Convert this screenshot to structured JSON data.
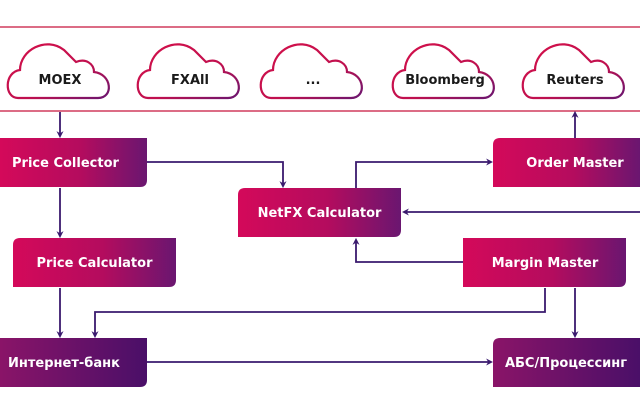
{
  "colors": {
    "band_line": "#c8143c",
    "connector": "#3a1a6e",
    "gradient_pink": "#d4095a",
    "gradient_purple": "#6a1670",
    "gradient_deep_purple": "#4a0f68",
    "cloud_stroke_start": "#d4104a",
    "cloud_stroke_end": "#6a1670",
    "node_text": "#ffffff",
    "cloud_text": "#1a1a1a"
  },
  "sources": [
    {
      "id": "moex",
      "label": "MOEX"
    },
    {
      "id": "fxall",
      "label": "FXAll"
    },
    {
      "id": "more",
      "label": "..."
    },
    {
      "id": "bloomberg",
      "label": "Bloomberg"
    },
    {
      "id": "reuters",
      "label": "Reuters"
    }
  ],
  "nodes": {
    "price_collector": {
      "label": "Price Collector"
    },
    "price_calculator": {
      "label": "Price Calculator"
    },
    "netfx_calculator": {
      "label": "NetFX Calculator"
    },
    "order_master": {
      "label": "Order Master"
    },
    "margin_master": {
      "label": "Margin Master"
    },
    "internet_bank": {
      "label": "Интернет-банк"
    },
    "abs_processing": {
      "label": "АБС/Процессинг"
    }
  },
  "edges": [
    {
      "from": "moex",
      "to": "price_collector"
    },
    {
      "from": "price_collector",
      "to": "price_calculator"
    },
    {
      "from": "price_collector",
      "to": "netfx_calculator"
    },
    {
      "from": "price_calculator",
      "to": "internet_bank"
    },
    {
      "from": "netfx_calculator",
      "to": "order_master"
    },
    {
      "from": "order_master",
      "to": "reuters"
    },
    {
      "from": "external_right",
      "to": "netfx_calculator"
    },
    {
      "from": "margin_master",
      "to": "netfx_calculator"
    },
    {
      "from": "margin_master",
      "to": "internet_bank"
    },
    {
      "from": "margin_master",
      "to": "abs_processing"
    },
    {
      "from": "internet_bank",
      "to": "abs_processing"
    }
  ]
}
